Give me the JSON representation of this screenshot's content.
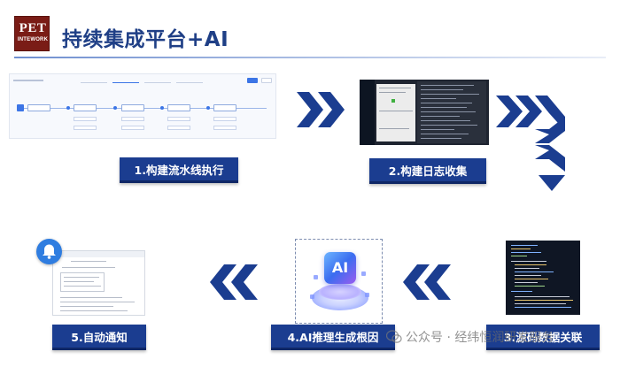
{
  "header": {
    "logo_line1": "PET",
    "logo_line2": "INTEWORK",
    "title": "持续集成平台+AI"
  },
  "steps": [
    {
      "label": "1.构建流水线执行"
    },
    {
      "label": "2.构建日志收集"
    },
    {
      "label": "3.源码数据关联"
    },
    {
      "label": "4.AI推理生成根因"
    },
    {
      "label": "5.自动通知"
    }
  ],
  "ai_badge": "AI",
  "watermark": "公众号 · 经纬恒润研发服务",
  "colors": {
    "brand_blue": "#1b3d90",
    "title_blue": "#1f3f86",
    "logo_red": "#7a1c16"
  },
  "icons": {
    "forward_arrow": "double-chevron-right-icon",
    "down_arrow": "double-chevron-down-icon",
    "back_arrow": "double-chevron-left-icon",
    "bell": "bell-icon",
    "wechat": "wechat-icon"
  }
}
